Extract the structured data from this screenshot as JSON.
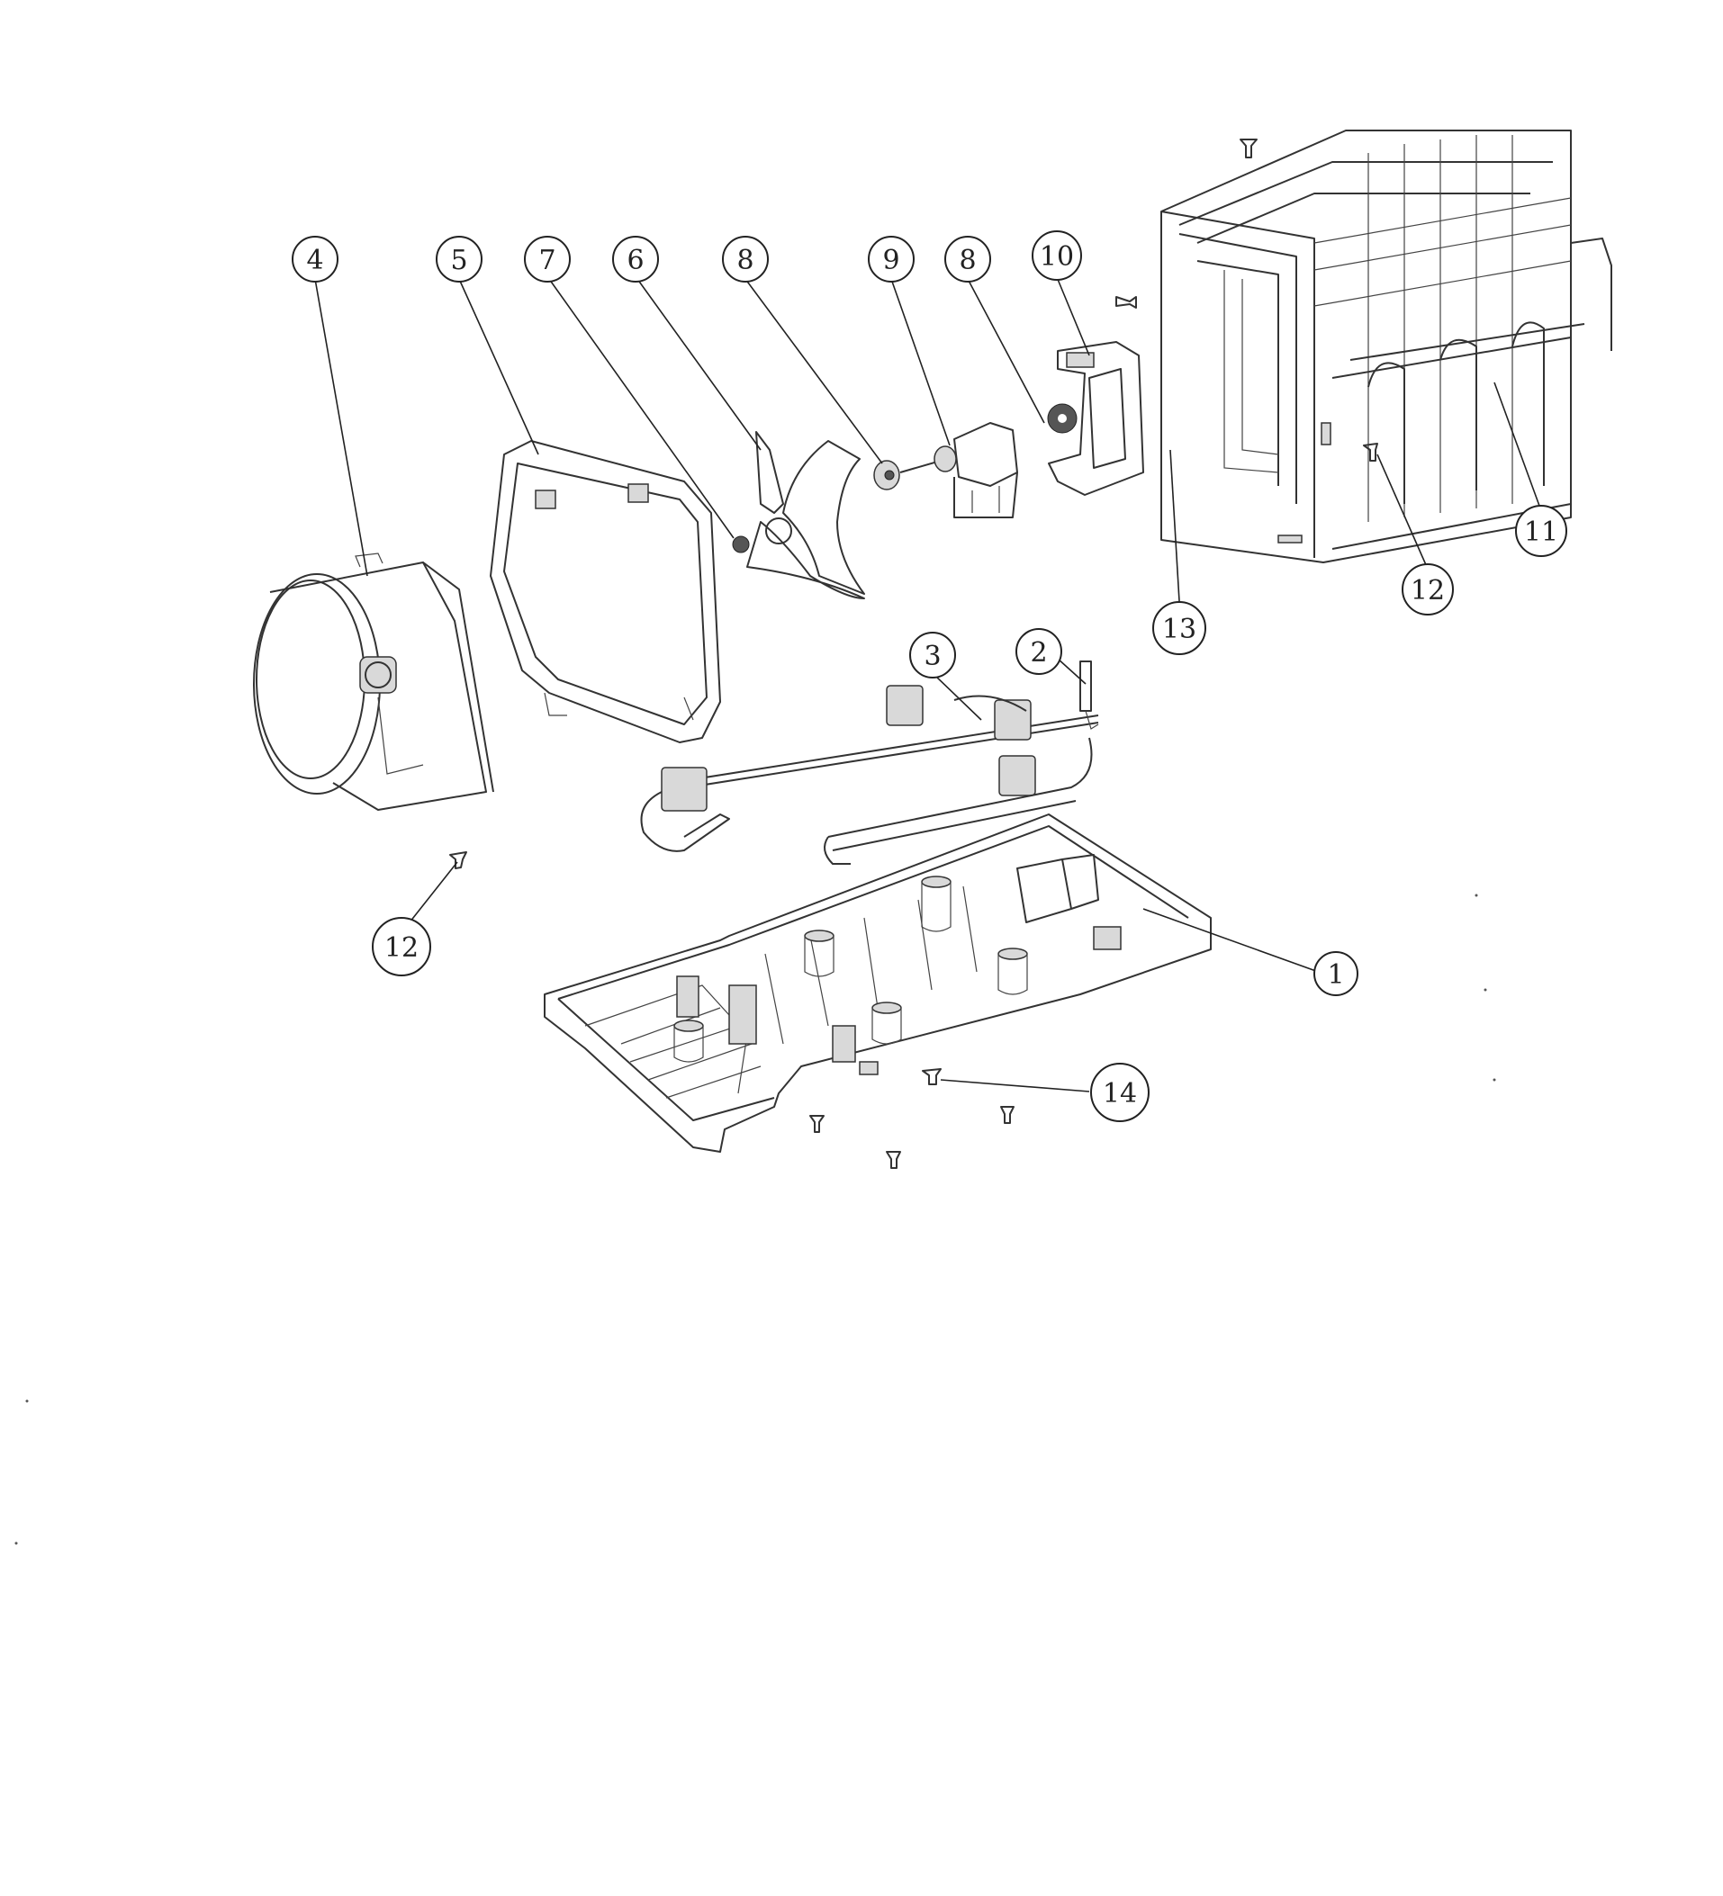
{
  "diagram": {
    "callouts": [
      {
        "id": "c4",
        "label": "4"
      },
      {
        "id": "c5",
        "label": "5"
      },
      {
        "id": "c7",
        "label": "7"
      },
      {
        "id": "c6",
        "label": "6"
      },
      {
        "id": "c8a",
        "label": "8"
      },
      {
        "id": "c9",
        "label": "9"
      },
      {
        "id": "c8b",
        "label": "8"
      },
      {
        "id": "c10",
        "label": "10"
      },
      {
        "id": "c11",
        "label": "11"
      },
      {
        "id": "c12a",
        "label": "12"
      },
      {
        "id": "c13",
        "label": "13"
      },
      {
        "id": "c3",
        "label": "3"
      },
      {
        "id": "c2",
        "label": "2"
      },
      {
        "id": "c12b",
        "label": "12"
      },
      {
        "id": "c1",
        "label": "1"
      },
      {
        "id": "c14",
        "label": "14"
      }
    ]
  }
}
